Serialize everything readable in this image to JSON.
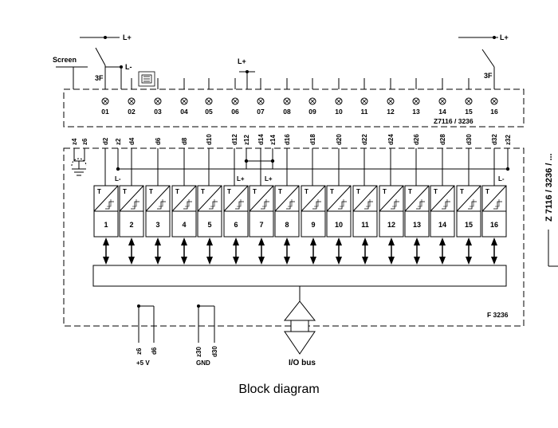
{
  "caption": "Block diagram",
  "module_id": "F 3236",
  "header": {
    "screen_label": "Screen",
    "fuse_left": "3F",
    "fuse_right": "3F",
    "supply_left": "L+",
    "supply_left_minus": "L-",
    "supply_mid": "L+",
    "supply_right": "L+",
    "module_label": "Z7116 / 3236"
  },
  "side_label": "Z 7116 / 3236 / ...",
  "indicator_labels": [
    "01",
    "02",
    "03",
    "04",
    "05",
    "06",
    "07",
    "08",
    "09",
    "10",
    "11",
    "12",
    "13",
    "14",
    "15",
    "16"
  ],
  "pin_labels": [
    "z4",
    "z6",
    "d2",
    "z2",
    "d4",
    "d6",
    "d8",
    "d10",
    "d12",
    "z12",
    "d14",
    "z14",
    "d16",
    "d18",
    "d20",
    "d22",
    "d24",
    "d26",
    "d28",
    "d30",
    "d32",
    "z32"
  ],
  "bus_labels": {
    "l_minus_left": "L-",
    "l_plus_a": "L+",
    "l_plus_b": "L+",
    "l_minus_right": "L-"
  },
  "channel_labels": [
    "1",
    "2",
    "3",
    "4",
    "5",
    "6",
    "7",
    "8",
    "9",
    "10",
    "11",
    "12",
    "13",
    "14",
    "15",
    "16"
  ],
  "block_symbol_letter": "T",
  "power_pins": {
    "plus5v_pins": [
      "z6",
      "d6"
    ],
    "plus5v_label": "+5 V",
    "gnd_pins": [
      "z30",
      "d30"
    ],
    "gnd_label": "GND"
  },
  "io_bus_label": "I/O bus"
}
